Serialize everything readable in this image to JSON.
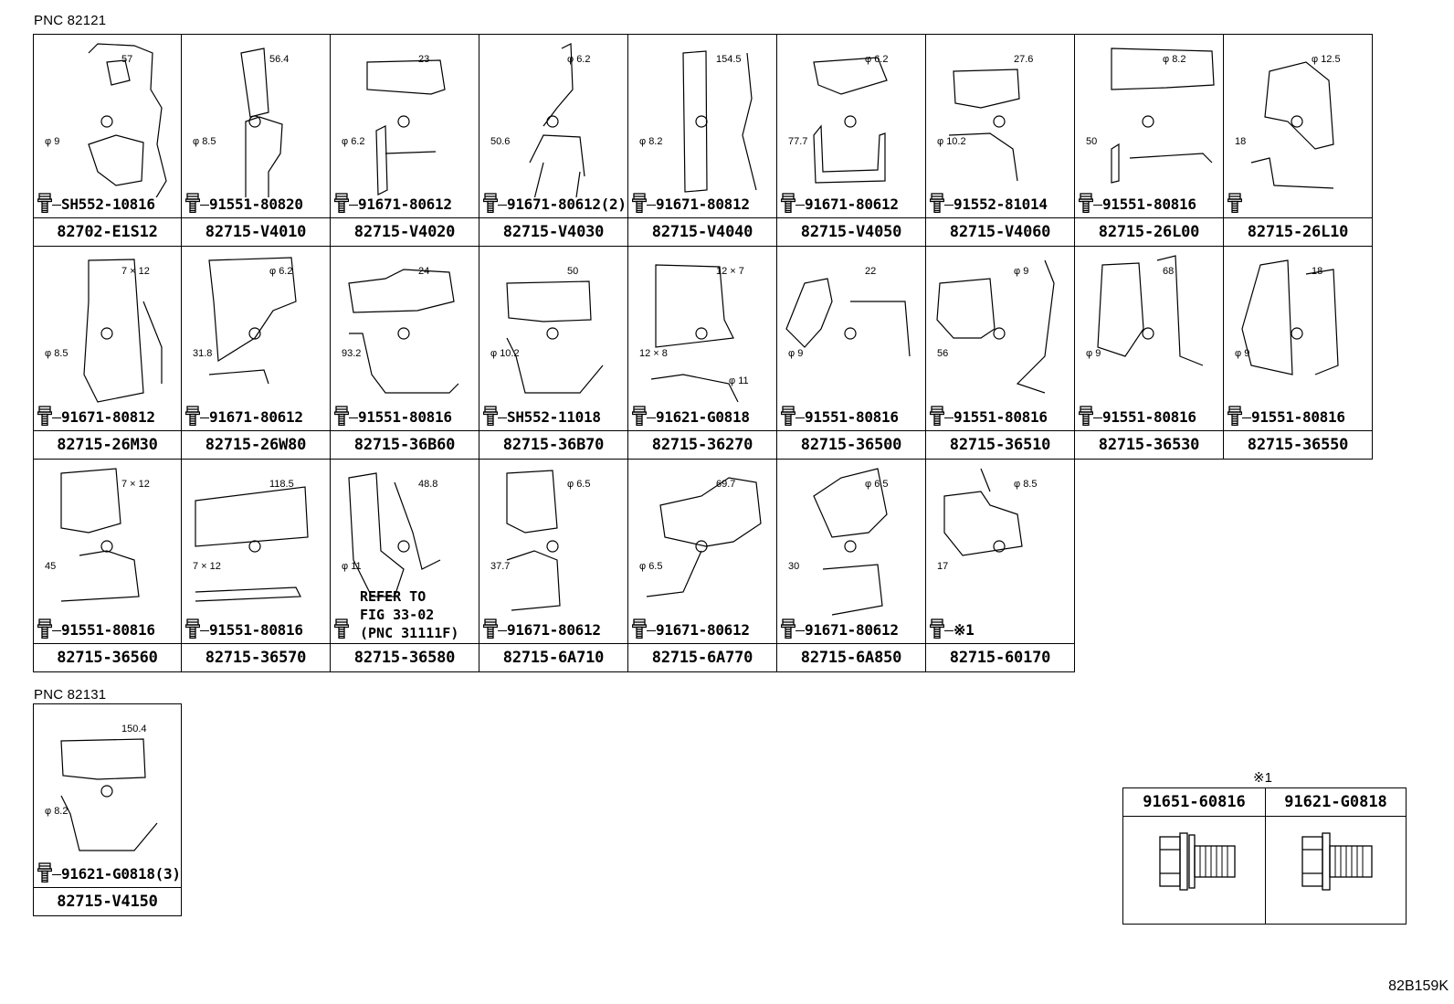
{
  "sections": [
    {
      "pnc": "PNC 82121",
      "cells": [
        {
          "part": "82702-E1S12",
          "bolt": "SH552-10816",
          "dims": [
            "57",
            "φ 9"
          ]
        },
        {
          "part": "82715-V4010",
          "bolt": "91551-80820",
          "dims": [
            "56.4",
            "φ 8.5"
          ]
        },
        {
          "part": "82715-V4020",
          "bolt": "91671-80612",
          "dims": [
            "23",
            "φ 6.2"
          ]
        },
        {
          "part": "82715-V4030",
          "bolt": "91671-80612(2)",
          "dims": [
            "φ 6.2",
            "50.6"
          ]
        },
        {
          "part": "82715-V4040",
          "bolt": "91671-80812",
          "dims": [
            "154.5",
            "φ 8.2"
          ]
        },
        {
          "part": "82715-V4050",
          "bolt": "91671-80612",
          "dims": [
            "φ 6.2",
            "77.7"
          ]
        },
        {
          "part": "82715-V4060",
          "bolt": "91552-81014",
          "dims": [
            "27.6",
            "φ 10.2"
          ]
        },
        {
          "part": "82715-26L00",
          "bolt": "91551-80816",
          "dims": [
            "φ 8.2",
            "50"
          ]
        },
        {
          "part": "82715-26L10",
          "bolt": "",
          "dims": [
            "φ 12.5",
            "18"
          ]
        },
        {
          "part": "82715-26M30",
          "bolt": "91671-80812",
          "dims": [
            "7 × 12",
            "φ 8.5"
          ]
        },
        {
          "part": "82715-26W80",
          "bolt": "91671-80612",
          "dims": [
            "φ 6.2",
            "31.8"
          ]
        },
        {
          "part": "82715-36B60",
          "bolt": "91551-80816",
          "dims": [
            "24",
            "93.2"
          ]
        },
        {
          "part": "82715-36B70",
          "bolt": "SH552-11018",
          "dims": [
            "50",
            "φ 10.2"
          ]
        },
        {
          "part": "82715-36270",
          "bolt": "91621-G0818",
          "dims": [
            "12 × 7",
            "12 × 8",
            "φ 11"
          ]
        },
        {
          "part": "82715-36500",
          "bolt": "91551-80816",
          "dims": [
            "22",
            "φ 9"
          ]
        },
        {
          "part": "82715-36510",
          "bolt": "91551-80816",
          "dims": [
            "φ 9",
            "56"
          ]
        },
        {
          "part": "82715-36530",
          "bolt": "91551-80816",
          "dims": [
            "68",
            "φ 9"
          ]
        },
        {
          "part": "82715-36550",
          "bolt": "91551-80816",
          "dims": [
            "18",
            "φ 9"
          ]
        },
        {
          "part": "82715-36560",
          "bolt": "91551-80816",
          "dims": [
            "7 × 12",
            "45"
          ]
        },
        {
          "part": "82715-36570",
          "bolt": "91551-80816",
          "dims": [
            "118.5",
            "7 × 12"
          ]
        },
        {
          "part": "82715-36580",
          "bolt": "",
          "refer": [
            "REFER TO",
            "FIG 33-02",
            "(PNC 31111F)"
          ],
          "dims": [
            "48.8",
            "φ 11"
          ]
        },
        {
          "part": "82715-6A710",
          "bolt": "91671-80612",
          "dims": [
            "φ 6.5",
            "37.7"
          ]
        },
        {
          "part": "82715-6A770",
          "bolt": "91671-80612",
          "dims": [
            "69.7",
            "φ 6.5"
          ]
        },
        {
          "part": "82715-6A850",
          "bolt": "91671-80612",
          "dims": [
            "φ 6.5",
            "30"
          ]
        },
        {
          "part": "82715-60170",
          "bolt": "※1",
          "dims": [
            "φ 8.5",
            "17"
          ]
        }
      ]
    },
    {
      "pnc": "PNC 82131",
      "cells": [
        {
          "part": "82715-V4150",
          "bolt": "91621-G0818(3)",
          "dims": [
            "150.4",
            "φ 8.2"
          ]
        }
      ]
    }
  ],
  "bolt_table": {
    "note": "※1",
    "columns": [
      "91651-60816",
      "91621-G0818"
    ]
  },
  "footer": "82B159K"
}
